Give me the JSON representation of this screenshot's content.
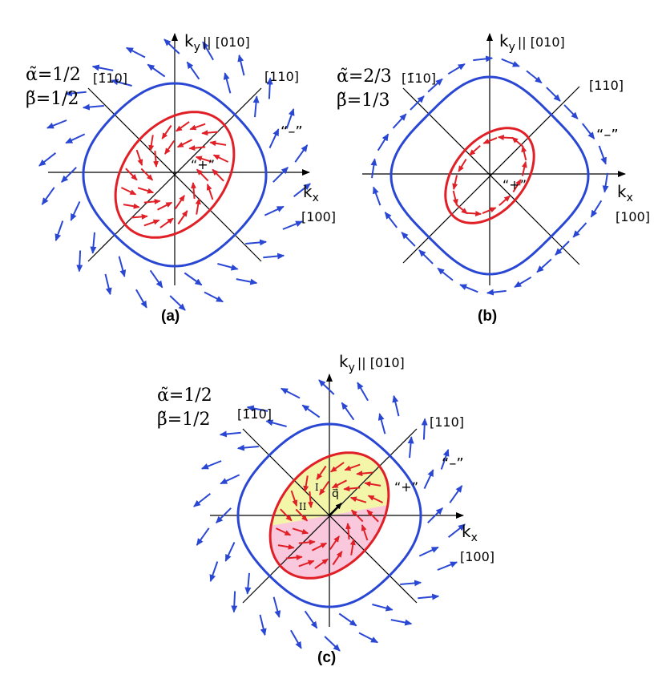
{
  "colors": {
    "fermi_outer": "#2a47d4",
    "fermi_inner": "#e01f26",
    "axes": "#000000",
    "region_I": "#f3f6a8",
    "region_II": "#f9c8dd",
    "q_arrow": "#000000"
  },
  "panels": [
    {
      "alpha": "α̃=1/2",
      "beta": "β̃=1/2",
      "ky": "k",
      "ky_sub": "y",
      "ky_dir": "|| [010]",
      "kx": "k",
      "kx_sub": "x",
      "kx_dir": "[100]",
      "diag1": "[1̄10]",
      "diag2": "[110]",
      "minus": "“–”",
      "plus": "“+”",
      "caption": "(a)"
    },
    {
      "alpha": "α̃=2/3",
      "beta": "β̃=1/3",
      "ky": "k",
      "ky_sub": "y",
      "ky_dir": "|| [010]",
      "kx": "k",
      "kx_sub": "x",
      "kx_dir": "[100]",
      "diag1": "[1̄10]",
      "diag2": "[110]",
      "minus": "“–”",
      "plus": "“+”",
      "caption": "(b)"
    },
    {
      "alpha": "α̃=1/2",
      "beta": "β̃=1/2",
      "ky": "k",
      "ky_sub": "y",
      "ky_dir": "|| [010]",
      "kx": "k",
      "kx_sub": "x",
      "kx_dir": "[100]",
      "diag1": "[1̄10]",
      "diag2": "[110]",
      "minus": "“–”",
      "plus": "“+”",
      "region1": "I",
      "region2": "II",
      "q": "q⃗",
      "caption": "(c)"
    }
  ]
}
